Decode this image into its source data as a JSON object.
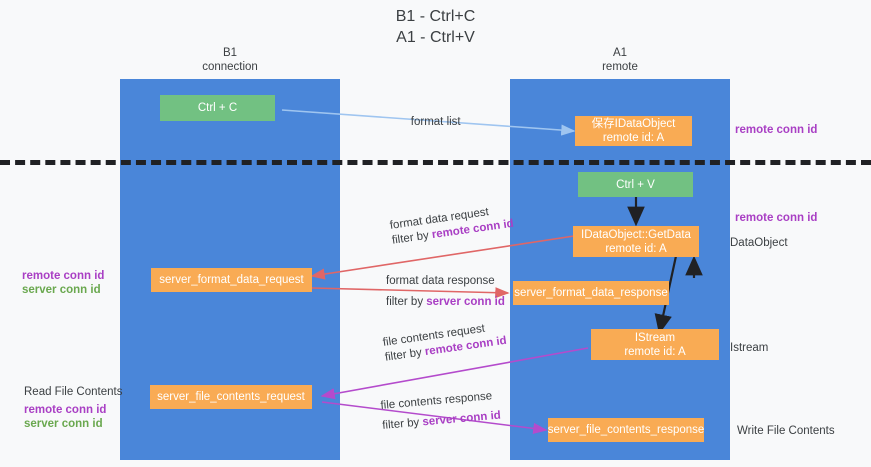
{
  "title": {
    "line1": "B1 - Ctrl+C",
    "line2": "A1 - Ctrl+V"
  },
  "columns": [
    {
      "name": "B1",
      "role": "connection"
    },
    {
      "name": "A1",
      "role": "remote"
    }
  ],
  "nodes": {
    "ctrl_c": {
      "label": "Ctrl + C"
    },
    "ctrl_v": {
      "label": "Ctrl + V"
    },
    "save_dataobject": {
      "line1": "保存IDataObject",
      "line2": "remote id: A"
    },
    "getdata": {
      "line1": "IDataObject::GetData",
      "line2": "remote id: A"
    },
    "istream": {
      "line1": "IStream",
      "line2": "remote id: A"
    },
    "server_format_data_request": {
      "label": "server_format_data_request"
    },
    "server_format_data_response": {
      "label": "server_format_data_response"
    },
    "server_file_contents_request": {
      "label": "server_file_contents_request"
    },
    "server_file_contents_response": {
      "label": "server_file_contents_response"
    }
  },
  "edges": {
    "format_list": {
      "label": "format list"
    },
    "format_data_request": {
      "label": "format data request",
      "filter_prefix": "filter by ",
      "filter_key": "remote conn id"
    },
    "format_data_response": {
      "label": "format data response",
      "filter_prefix": "filter by ",
      "filter_key": "server conn id"
    },
    "file_contents_request": {
      "label": "file contents request",
      "filter_prefix": "filter by ",
      "filter_key": "remote conn id"
    },
    "file_contents_response": {
      "label": "file contents response",
      "filter_prefix": "filter by ",
      "filter_key": "server conn id"
    }
  },
  "annotations": {
    "right_remote_conn_id_top": "remote conn id",
    "right_remote_conn_id_mid": "remote conn id",
    "right_dataobject": "DataObject",
    "right_istream": "Istream",
    "right_write_file_contents": "Write File Contents",
    "left_remote_conn_id_mid": "remote conn id",
    "left_server_conn_id_mid": "server conn id",
    "left_read_file_contents": "Read File Contents",
    "left_remote_conn_id_bottom": "remote conn id",
    "left_server_conn_id_bottom": "server conn id"
  },
  "colors": {
    "lane": "#4a86d9",
    "orange": "#f9ab54",
    "green": "#72c182",
    "purple_text": "#a93fc4",
    "green_text": "#6aa84f",
    "arrow_blue": "#9fc5f0",
    "arrow_red": "#e06666",
    "arrow_magenta": "#b44bcc",
    "arrow_black": "#202124",
    "background": "#f8f9fa"
  }
}
